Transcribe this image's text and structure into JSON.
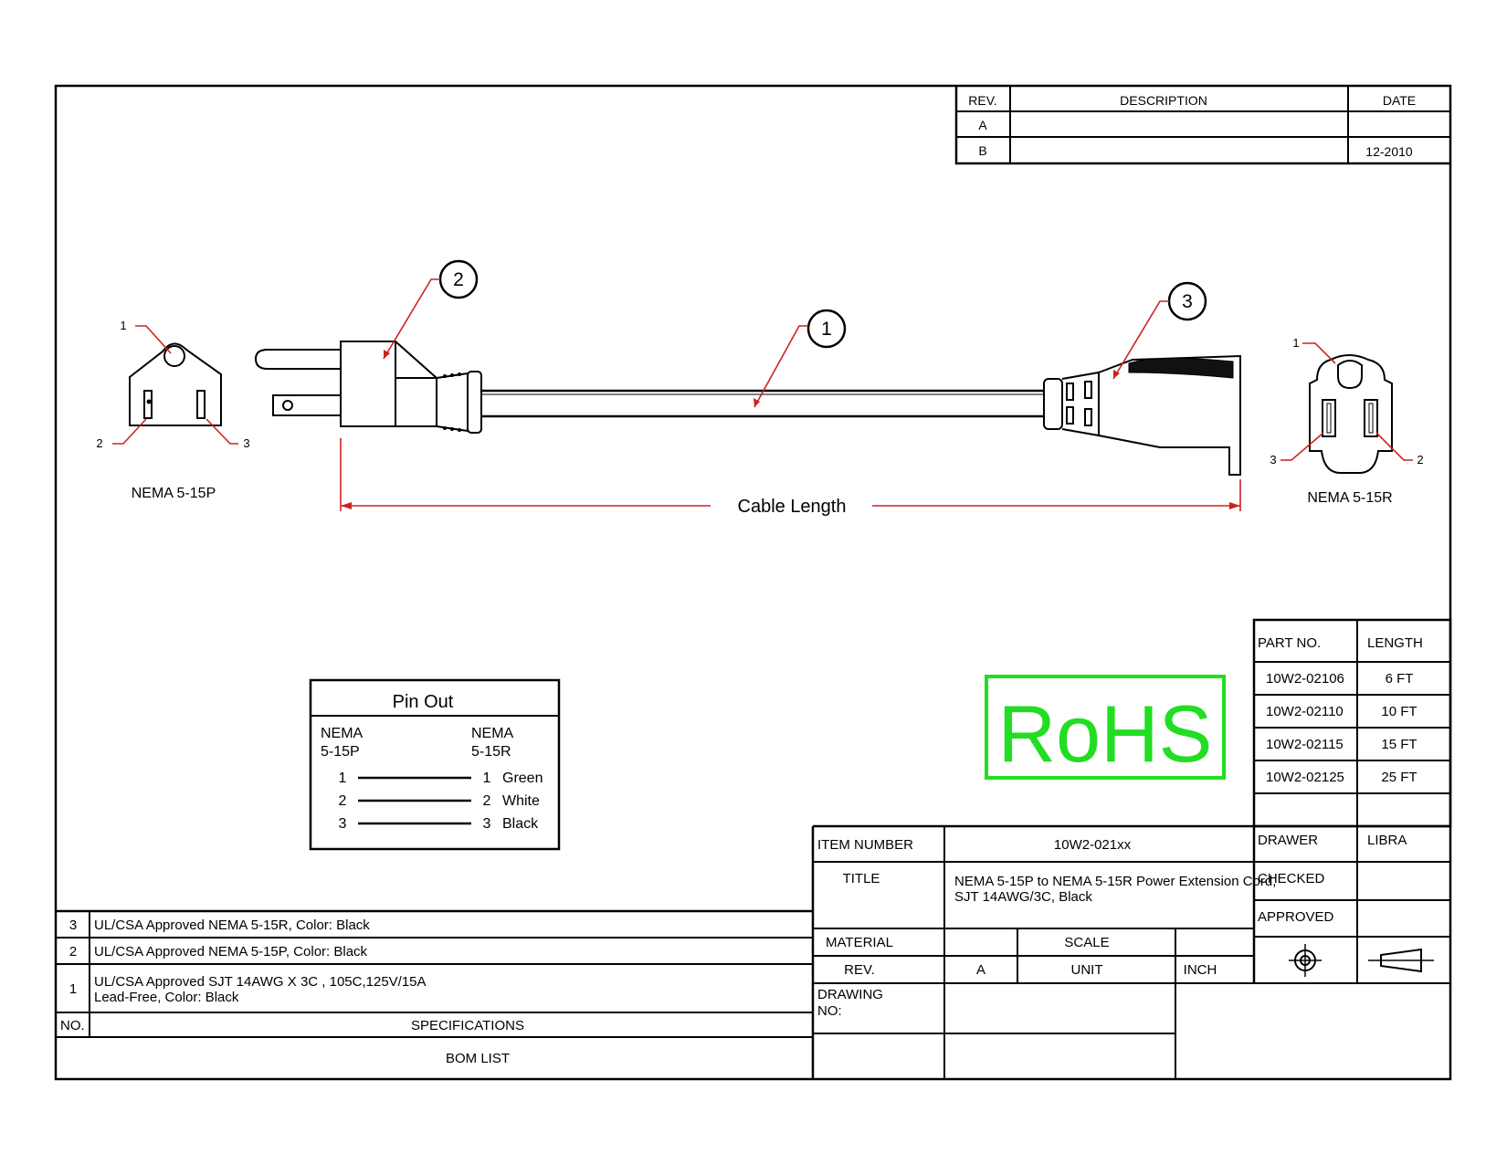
{
  "revision_block": {
    "headers": {
      "rev": "REV.",
      "description": "DESCRIPTION",
      "date": "DATE"
    },
    "rows": [
      {
        "rev": "A",
        "description": "",
        "date": ""
      },
      {
        "rev": "B",
        "description": "",
        "date": "12-2010"
      }
    ]
  },
  "drawing": {
    "callouts": [
      "1",
      "2",
      "3"
    ],
    "dimension_label": "Cable Length",
    "plug_face": {
      "label": "NEMA 5-15P",
      "pins": [
        "1",
        "2",
        "3"
      ]
    },
    "receptacle_face": {
      "label": "NEMA 5-15R",
      "pins": [
        "1",
        "2",
        "3"
      ]
    }
  },
  "pin_out": {
    "title": "Pin Out",
    "left_header": [
      "NEMA",
      "5-15P"
    ],
    "right_header": [
      "NEMA",
      "5-15R"
    ],
    "rows": [
      {
        "left": "1",
        "right": "1",
        "color": "Green"
      },
      {
        "left": "2",
        "right": "2",
        "color": "White"
      },
      {
        "left": "3",
        "right": "3",
        "color": "Black"
      }
    ]
  },
  "rohs_mark": "RoHS",
  "parts_table": {
    "headers": {
      "part": "PART NO.",
      "length": "LENGTH"
    },
    "rows": [
      {
        "part": "10W2-02106",
        "length": "6 FT"
      },
      {
        "part": "10W2-02110",
        "length": "10 FT"
      },
      {
        "part": "10W2-02115",
        "length": "15 FT"
      },
      {
        "part": "10W2-02125",
        "length": "25 FT"
      }
    ]
  },
  "title_block": {
    "item_number_label": "ITEM NUMBER",
    "item_number": "10W2-021xx",
    "title_label": "TITLE",
    "title_lines": [
      "NEMA 5-15P to NEMA 5-15R Power Extension Cord,",
      "SJT 14AWG/3C, Black"
    ],
    "material_label": "MATERIAL",
    "material": "",
    "scale_label": "SCALE",
    "scale": "",
    "rev_label": "REV.",
    "rev": "A",
    "unit_label": "UNIT",
    "unit": "INCH",
    "drawing_no_label": [
      "DRAWING",
      "NO:"
    ],
    "drawing_no": "",
    "drawer_label": "DRAWER",
    "drawer": "LIBRA",
    "checked_label": "CHECKED",
    "checked": "",
    "approved_label": "APPROVED",
    "approved": ""
  },
  "bom": {
    "rows": [
      {
        "no": "3",
        "spec": [
          "UL/CSA Approved NEMA 5-15R, Color: Black"
        ]
      },
      {
        "no": "2",
        "spec": [
          "UL/CSA Approved NEMA 5-15P, Color: Black"
        ]
      },
      {
        "no": "1",
        "spec": [
          "UL/CSA Approved SJT 14AWG X 3C , 105C,125V/15A",
          "Lead-Free, Color: Black"
        ]
      }
    ],
    "no_header": "NO.",
    "spec_header": "SPECIFICATIONS",
    "footer": "BOM LIST"
  },
  "colors": {
    "ink": "#000000",
    "callout_red": "#cc2222",
    "rohs_green": "#22dd22",
    "paper": "#ffffff"
  }
}
